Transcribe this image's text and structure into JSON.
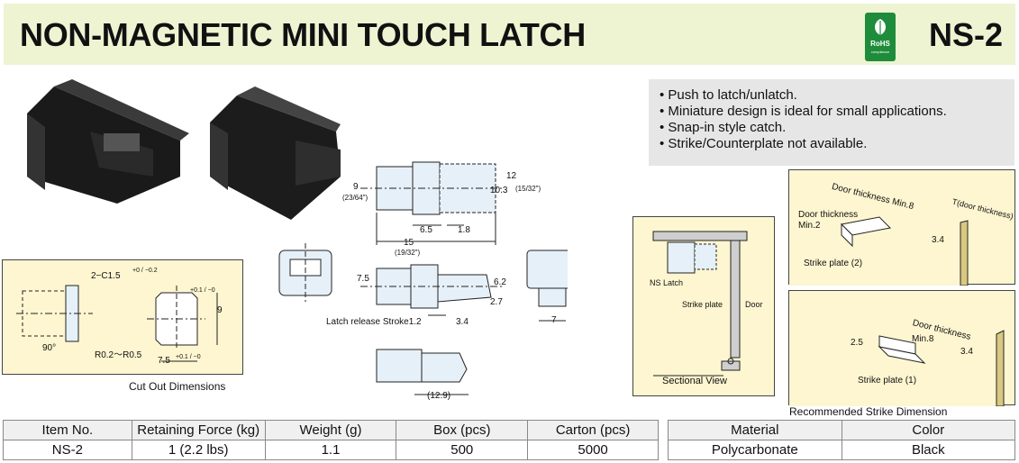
{
  "header": {
    "title": "NON-MAGNETIC MINI TOUCH LATCH",
    "model": "NS-2",
    "rohs_label": "RoHS",
    "rohs_sub": "compliance"
  },
  "features": [
    "Push to latch/unlatch.",
    "Miniature design is ideal for small applications.",
    "Snap-in style catch.",
    "Strike/Counterplate not available."
  ],
  "cutout": {
    "caption": "Cut Out Dimensions",
    "chamfer": "2−C1.5",
    "chamfer_tol": "+0 / −0.2",
    "height": "9",
    "height_tol": "+0.1 / −0",
    "radius": "R0.2〜R0.5",
    "angle": "90°",
    "width": "7.5",
    "width_tol": "+0.1 / −0"
  },
  "drawing": {
    "h9": "9",
    "h9_in": "(23/64\")",
    "d10": "10.3",
    "h12": "12",
    "h12_in": "(15/32\")",
    "d6_5": "6.5",
    "d1_8": "1.8",
    "d15": "15",
    "d15_in": "(19/32\")",
    "d7_5": "7.5",
    "d6_2": "6.2",
    "d2_7": "2.7",
    "d7": "7",
    "stroke": "Latch release Stroke1.2",
    "d3_4": "3.4",
    "d12_9": "(12.9)"
  },
  "sectional": {
    "caption": "Sectional View",
    "ns_latch": "NS Latch",
    "strike": "Strike plate",
    "door": "Door"
  },
  "strike2": {
    "door_thickness_min": "Door thickness Min.8",
    "door_thickness": "Door thickness",
    "min2": "Min.2",
    "t_door": "T(door thickness)",
    "d3_4": "3.4",
    "label": "Strike plate (2)"
  },
  "strike1": {
    "door_thickness": "Door thickness",
    "min8": "Min.8",
    "d2_5": "2.5",
    "d3_4": "3.4",
    "label": "Strike plate (1)"
  },
  "strike_caption": "Recommended Strike Dimension",
  "spec_table": {
    "headers": [
      "Item No.",
      "Retaining Force (kg)",
      "Weight (g)",
      "Box (pcs)",
      "Carton (pcs)"
    ],
    "row": [
      "NS-2",
      "1 (2.2 lbs)",
      "1.1",
      "500",
      "5000"
    ]
  },
  "material_table": {
    "headers": [
      "Material",
      "Color"
    ],
    "row": [
      "Polycarbonate",
      "Black"
    ]
  }
}
